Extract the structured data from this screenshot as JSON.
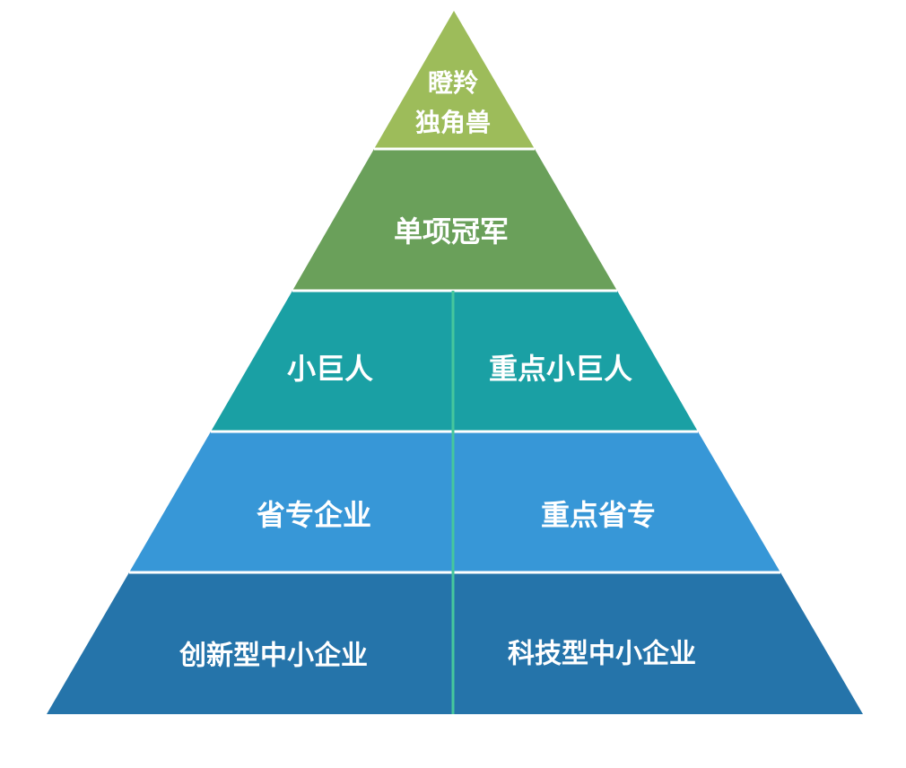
{
  "colors": {
    "background": "#ffffff",
    "tier_top": "#9dbc5a",
    "tier_champion": "#6aa05a",
    "tier_little_giant": "#1aa0a4",
    "tier_provincial": "#3797d7",
    "tier_base": "#2574aa",
    "divider_horizontal": "#ffffff",
    "divider_vertical": "#46c79c"
  },
  "tiers": {
    "top": {
      "line1": "瞪羚",
      "line2": "独角兽"
    },
    "champion": {
      "label": "单项冠军"
    },
    "little_giant": {
      "left": "小巨人",
      "right": "重点小巨人"
    },
    "provincial": {
      "left": "省专企业",
      "right": "重点省专"
    },
    "base": {
      "left": "创新型中小企业",
      "right": "科技型中小企业"
    }
  }
}
